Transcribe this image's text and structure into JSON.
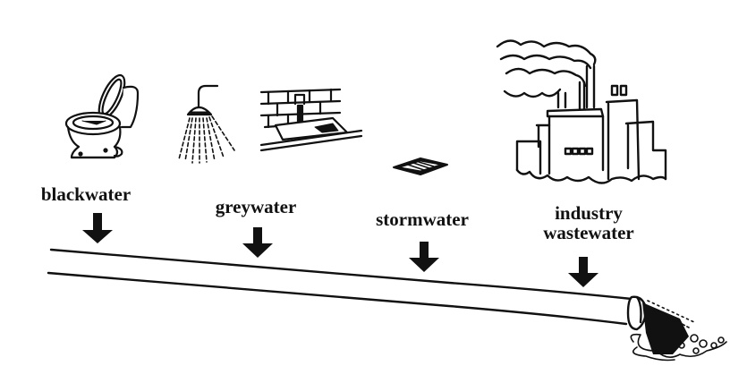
{
  "diagram": {
    "title": "Sources of wastewater flowing into a sewer pipe",
    "colors": {
      "ink": "#111111",
      "background": "#ffffff"
    },
    "sources": [
      {
        "id": "blackwater",
        "label": "blackwater",
        "icons": [
          "toilet-icon"
        ]
      },
      {
        "id": "greywater",
        "label": "greywater",
        "icons": [
          "shower-icon",
          "sink-icon"
        ]
      },
      {
        "id": "stormwater",
        "label": "stormwater",
        "icons": [
          "storm-drain-icon"
        ]
      },
      {
        "id": "industry",
        "label_line1": "industry",
        "label_line2": "wastewater",
        "icons": [
          "factory-icon"
        ]
      }
    ],
    "pipe": {
      "name": "sewer-pipe",
      "outlet": "discharge"
    }
  }
}
